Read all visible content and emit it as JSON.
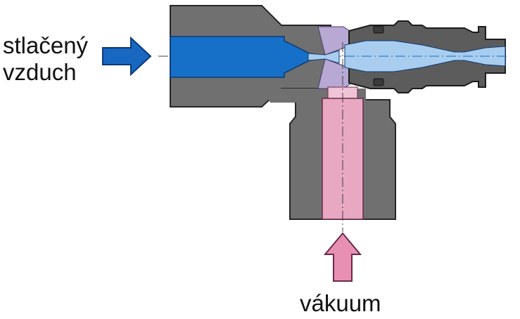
{
  "labels": {
    "compressed_air_line1": "stlačený",
    "compressed_air_line2": "vzduch",
    "vacuum": "vákuum"
  },
  "colors": {
    "body": "#707070",
    "body_outline": "#262626",
    "air_channel": "#1670c8",
    "air_arrow": "#1868c2",
    "air_arrow_outline": "#0a3a78",
    "nozzle": "#a8cdee",
    "lavender_insert": "#b7a8d4",
    "vacuum_channel": "#e8a8c2",
    "vacuum_arrow": "#e890b4",
    "vacuum_arrow_outline": "#6a2a48",
    "fitting": "#5c5c5c",
    "centerline": "#404040"
  }
}
